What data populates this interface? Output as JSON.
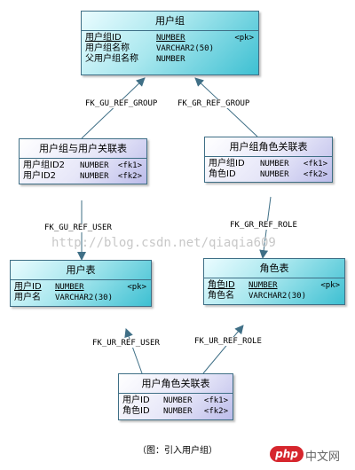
{
  "entities": {
    "user_group": {
      "title": "用户组",
      "attrs": [
        {
          "name": "用户组ID",
          "type": "NUMBER",
          "key": "<pk>"
        },
        {
          "name": "用户组名称",
          "type": "VARCHAR2(50)",
          "key": ""
        },
        {
          "name": "父用户组名称",
          "type": "NUMBER",
          "key": ""
        }
      ]
    },
    "group_user_link": {
      "title": "用户组与用户关联表",
      "attrs": [
        {
          "name": "用户组ID2",
          "type": "NUMBER",
          "key": "<fk1>"
        },
        {
          "name": "用户ID2",
          "type": "NUMBER",
          "key": "<fk2>"
        }
      ]
    },
    "group_role_link": {
      "title": "用户组角色关联表",
      "attrs": [
        {
          "name": "用户组ID",
          "type": "NUMBER",
          "key": "<fk1>"
        },
        {
          "name": "角色ID",
          "type": "NUMBER",
          "key": "<fk2>"
        }
      ]
    },
    "user": {
      "title": "用户表",
      "attrs": [
        {
          "name": "用户ID",
          "type": "NUMBER",
          "key": "<pk>"
        },
        {
          "name": "用户名",
          "type": "VARCHAR2(30)",
          "key": ""
        }
      ]
    },
    "role": {
      "title": "角色表",
      "attrs": [
        {
          "name": "角色ID",
          "type": "NUMBER",
          "key": "<pk>"
        },
        {
          "name": "角色名",
          "type": "VARCHAR2(30)",
          "key": ""
        }
      ]
    },
    "user_role_link": {
      "title": "用户角色关联表",
      "attrs": [
        {
          "name": "用户ID",
          "type": "NUMBER",
          "key": "<fk1>"
        },
        {
          "name": "角色ID",
          "type": "NUMBER",
          "key": "<fk2>"
        }
      ]
    }
  },
  "relations": {
    "fk_gu_ref_group": "FK_GU_REF_GROUP",
    "fk_gr_ref_group": "FK_GR_REF_GROUP",
    "fk_gu_ref_user": "FK_GU_REF_USER",
    "fk_gr_ref_role": "FK_GR_REF_ROLE",
    "fk_ur_ref_user": "FK_UR_REF_USER",
    "fk_ur_ref_role": "FK_UR_REF_ROLE"
  },
  "watermark": "http://blog.csdn.net/qiaqia609",
  "caption": "（图：引入用户组）",
  "logo": {
    "mark": "php",
    "site": "中文网"
  },
  "colors": {
    "line": "#3f6f86",
    "teal": "#3ec0d2",
    "lilac": "#bcbcea"
  }
}
